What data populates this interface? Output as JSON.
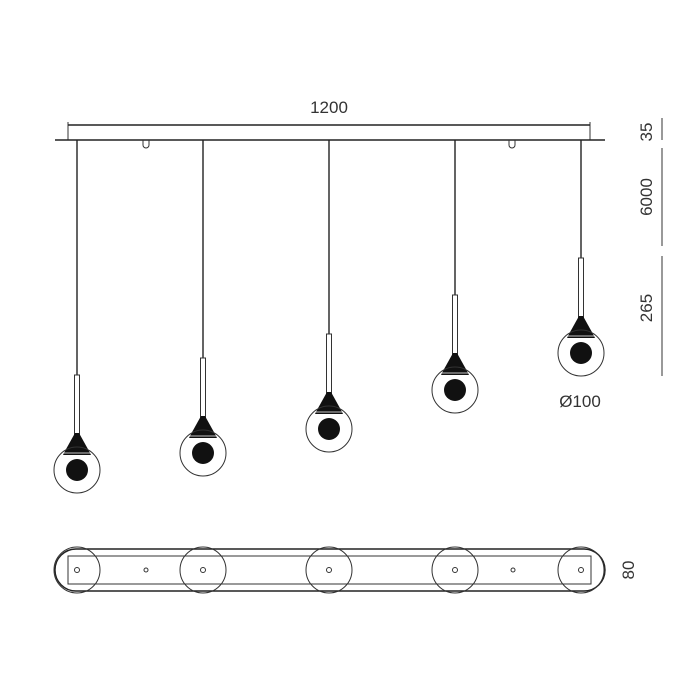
{
  "dimensions": {
    "width": "1200",
    "canopy_height": "35",
    "cable_length": "6000",
    "pendant_height": "265",
    "globe_diameter": "Ø100",
    "plate_depth": "80"
  },
  "colors": {
    "line": "#222222",
    "fill": "#111111",
    "background": "#ffffff"
  }
}
